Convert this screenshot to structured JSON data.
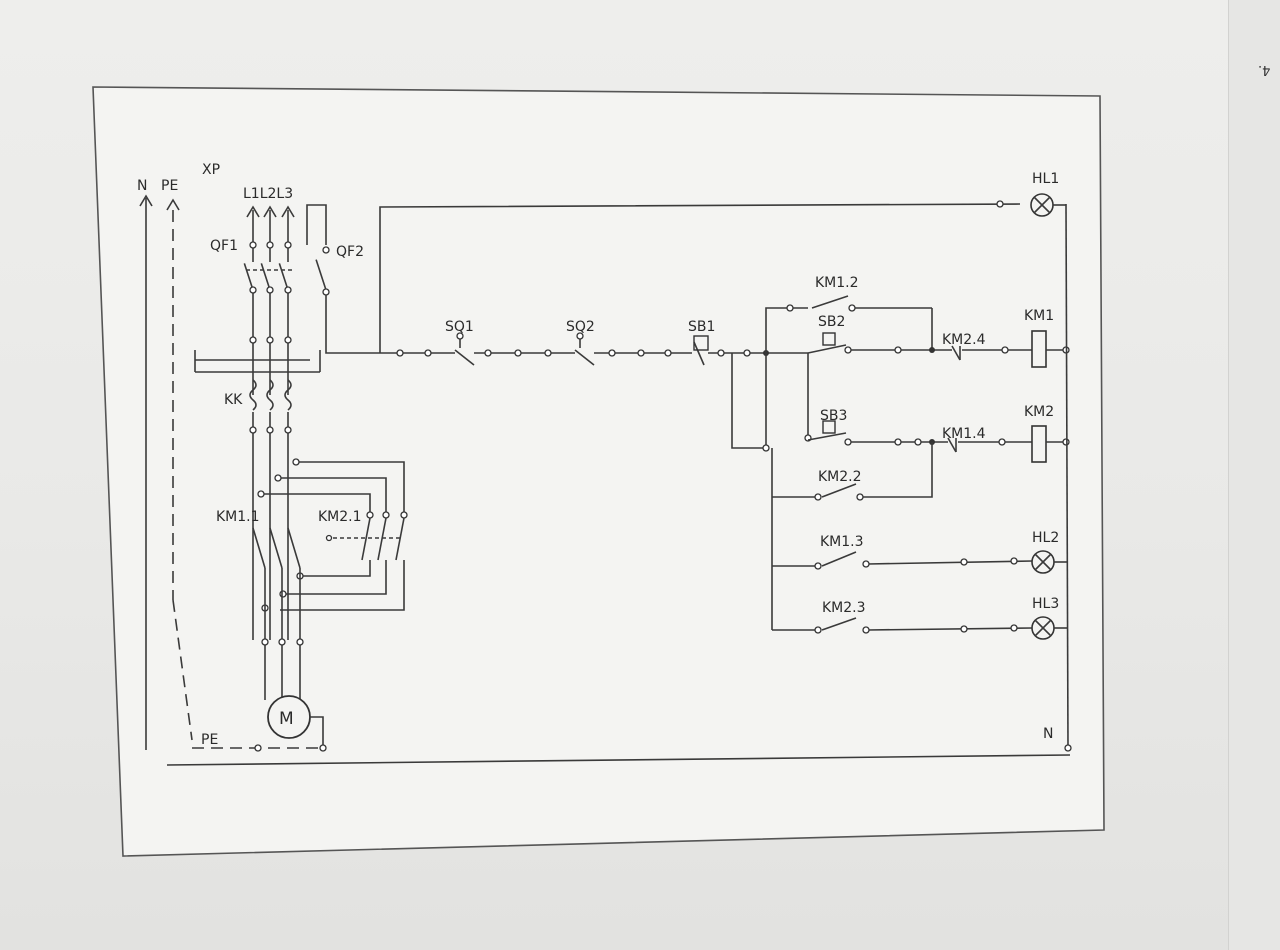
{
  "corner_mark": "4.",
  "supply": {
    "neutral": "N",
    "protective_earth": "PE",
    "connector": "XP",
    "phases": "L1L2L3"
  },
  "breakers": {
    "main": "QF1",
    "control": "QF2"
  },
  "thermal_relay": "KK",
  "contactor_main_contacts": {
    "forward": "KM1.1",
    "reverse": "KM2.1"
  },
  "motor": {
    "symbol": "M"
  },
  "earth_label": "PE",
  "control_circuit": {
    "limit_switches": [
      "SQ1",
      "SQ2"
    ],
    "stop_button": "SB1",
    "start_buttons": [
      "SB2",
      "SB3"
    ],
    "holding_contacts": [
      "KM1.2",
      "KM2.2"
    ],
    "interlock_contacts": [
      "KM2.4",
      "KM1.4"
    ],
    "signal_contacts": [
      "KM1.3",
      "KM2.3"
    ],
    "coils": [
      "KM1",
      "KM2"
    ],
    "lamps": [
      "HL1",
      "HL2",
      "HL3"
    ],
    "return_line": "N"
  }
}
